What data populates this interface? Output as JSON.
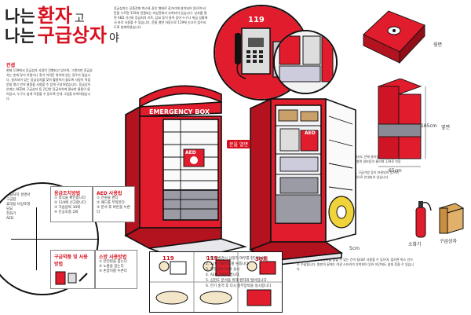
{
  "title": {
    "line1_prefix": "나는",
    "line1_highlight": "환자",
    "line1_suffix": "고",
    "line2_prefix": "나는",
    "line2_highlight": "구급상자",
    "line2_suffix": "야"
  },
  "left_text": {
    "label": "컨셉",
    "paragraph": "현재 119에서 응급상자 사업이 진행되고 있으며, 그렇지만 응급상자는 손에 닿기 어렵거나 찾기 어려운 위치에 있는 경우가 많습니다. 설치되어 있는 응급상자를 찾아 활용하기 쉽도록 사람이 직접 문을 열고 안의 물품을 사용할 수 있게 구성하였습니다. 응급상자 안에는 AED와 구급상자 등 간단한 응급처치에 필요한 물품이 들어있고, 누구나 쉽게 이용할 수 있도록 안내 그림을 부착하였습니다."
  },
  "top_text": {
    "paragraph": "응급상자는 공중전화 박스와 같은 형태로 길거리에 설치되어 있으며 버튼을 누르면 119와 연결되는 비상전화가 부착되어 있습니다. 상자를 열면 AED 기기와 응급처치 키트, 담요 등이 들어 있어 누구나 위급 상황에서 바로 사용할 수 있습니다. 문을 열면 자동으로 119에 신고가 접수되도록 설계하였습니다."
  },
  "phone_bubble": {
    "number": "119"
  },
  "box": {
    "label": "EMERGENCY BOX",
    "aed_label": "AED",
    "open_label": "문을 열면"
  },
  "side_labels": {
    "top_view": "윗면",
    "front_view": "옆면",
    "height": "165cm",
    "width": "65cm",
    "depth": "5cm"
  },
  "right_text": {
    "paragraph1": "투명한 문으로 되어 있어 바깥에서도 안에 들어있는 물품을 쉽게 확인할 수 있으며, 비상시 문을 열면 경보음이 울리며 119로 자동 연결됩니다.",
    "paragraph2": "하단에는 휴대용 소화기와 담요, 구급가방 등이 보관되어 있으며 상자 외부에는 사용 방법이 그림으로 안내되어 있습니다."
  },
  "bottom_text": {
    "paragraph": "하단 발판은 펼쳐서 환자를 눕힐 수 있는 간이 침대로 사용할 수 있으며, 접으면 박스 안으로 수납됩니다. 발판의 끝에는 야광 스티커가 부착되어 있어 야간에도 쉽게 찾을 수 있습니다."
  },
  "legend_circle": {
    "items": [
      "응급처치 설명서",
      "구급함",
      "휴대용 비상조명",
      "담요",
      "전화기",
      "AED"
    ]
  },
  "cards": {
    "card1_title": "응급조치방법",
    "card1_items": [
      "① 의식을 확인합니다",
      "② 119에 신고합니다",
      "③ 가슴압박 30회",
      "④ 인공호흡 2회"
    ],
    "card2_title": "AED 사용법",
    "card2_items": [
      "① 전원을 켠다",
      "② 패드를 부착한다",
      "③ 분석 후 버튼을 누른다"
    ],
    "card3_title": "구급약품 및 사용방법",
    "card4_title": "소방 사용방법",
    "card4_items": [
      "① 안전핀을 뽑는다",
      "② 노즐을 잡는다",
      "③ 손잡이를 누른다"
    ]
  },
  "guide": {
    "steps": [
      "1. 환자 발견시 심정지 여부를 판단합니다.",
      "2. 119 전화번호를 누릅니다.",
      "3. 흉부압박 30회 실시",
      "4. AED 전원을 켭니다.",
      "5. 심전도 분석을 위해 환자와 떨어집니다.",
      "6. 전기 충격 후 다시 흉부압박을 실시합니다."
    ],
    "cell_numbers": [
      "119",
      "119",
      "30회"
    ]
  },
  "extinguisher_label": "소화기",
  "kit_label": "구급상자"
}
